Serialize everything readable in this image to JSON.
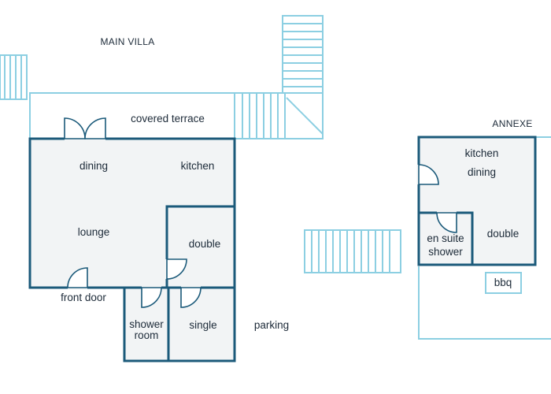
{
  "labels": {
    "main_villa": "MAIN VILLA",
    "annexe": "ANNEXE",
    "covered_terrace": "covered terrace",
    "dining": "dining",
    "kitchen": "kitchen",
    "lounge": "lounge",
    "double": "double",
    "front_door": "front door",
    "shower_room_line1": "shower",
    "shower_room_line2": "room",
    "single": "single",
    "parking": "parking",
    "annexe_kitchen": "kitchen",
    "annexe_dining": "dining",
    "en_suite_line1": "en suite",
    "en_suite_line2": "shower",
    "annexe_double": "double",
    "bbq": "bbq"
  },
  "colors": {
    "wall": "#1b5a7a",
    "outline_light": "#8ccfe2",
    "floor": "#f2f4f5",
    "text": "#1c2a38"
  }
}
